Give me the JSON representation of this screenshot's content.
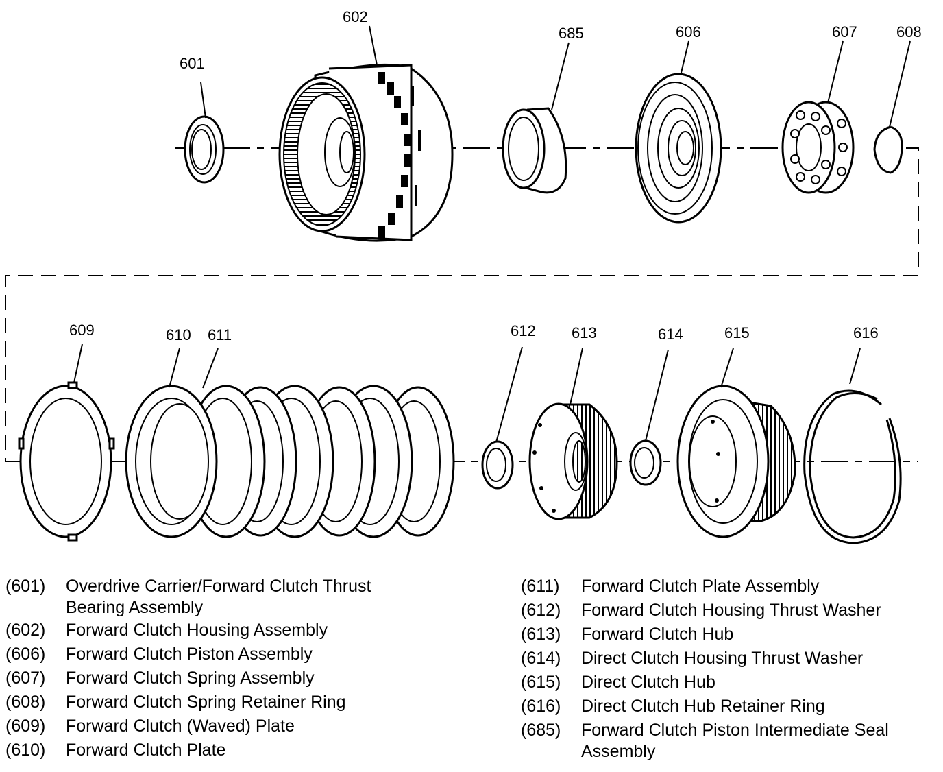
{
  "callouts": {
    "c601": "601",
    "c602": "602",
    "c685": "685",
    "c606": "606",
    "c607": "607",
    "c608": "608",
    "c609": "609",
    "c610": "610",
    "c611": "611",
    "c612": "612",
    "c613": "613",
    "c614": "614",
    "c615": "615",
    "c616": "616"
  },
  "legend": {
    "left": [
      {
        "code": "(601)",
        "desc": "Overdrive Carrier/Forward Clutch Thrust Bearing Assembly"
      },
      {
        "code": "(602)",
        "desc": "Forward Clutch Housing Assembly"
      },
      {
        "code": "(606)",
        "desc": "Forward Clutch Piston Assembly"
      },
      {
        "code": "(607)",
        "desc": "Forward Clutch Spring Assembly"
      },
      {
        "code": "(608)",
        "desc": "Forward Clutch Spring Retainer Ring"
      },
      {
        "code": "(609)",
        "desc": "Forward Clutch (Waved) Plate"
      },
      {
        "code": "(610)",
        "desc": "Forward Clutch Plate"
      }
    ],
    "right": [
      {
        "code": "(611)",
        "desc": "Forward Clutch Plate Assembly"
      },
      {
        "code": "(612)",
        "desc": "Forward Clutch Housing Thrust Washer"
      },
      {
        "code": "(613)",
        "desc": "Forward Clutch Hub"
      },
      {
        "code": "(614)",
        "desc": "Direct Clutch Housing Thrust Washer"
      },
      {
        "code": "(615)",
        "desc": "Direct Clutch Hub"
      },
      {
        "code": "(616)",
        "desc": "Direct Clutch Hub Retainer Ring"
      },
      {
        "code": "(685)",
        "desc": "Forward Clutch Piston Intermediate Seal Assembly"
      }
    ]
  }
}
